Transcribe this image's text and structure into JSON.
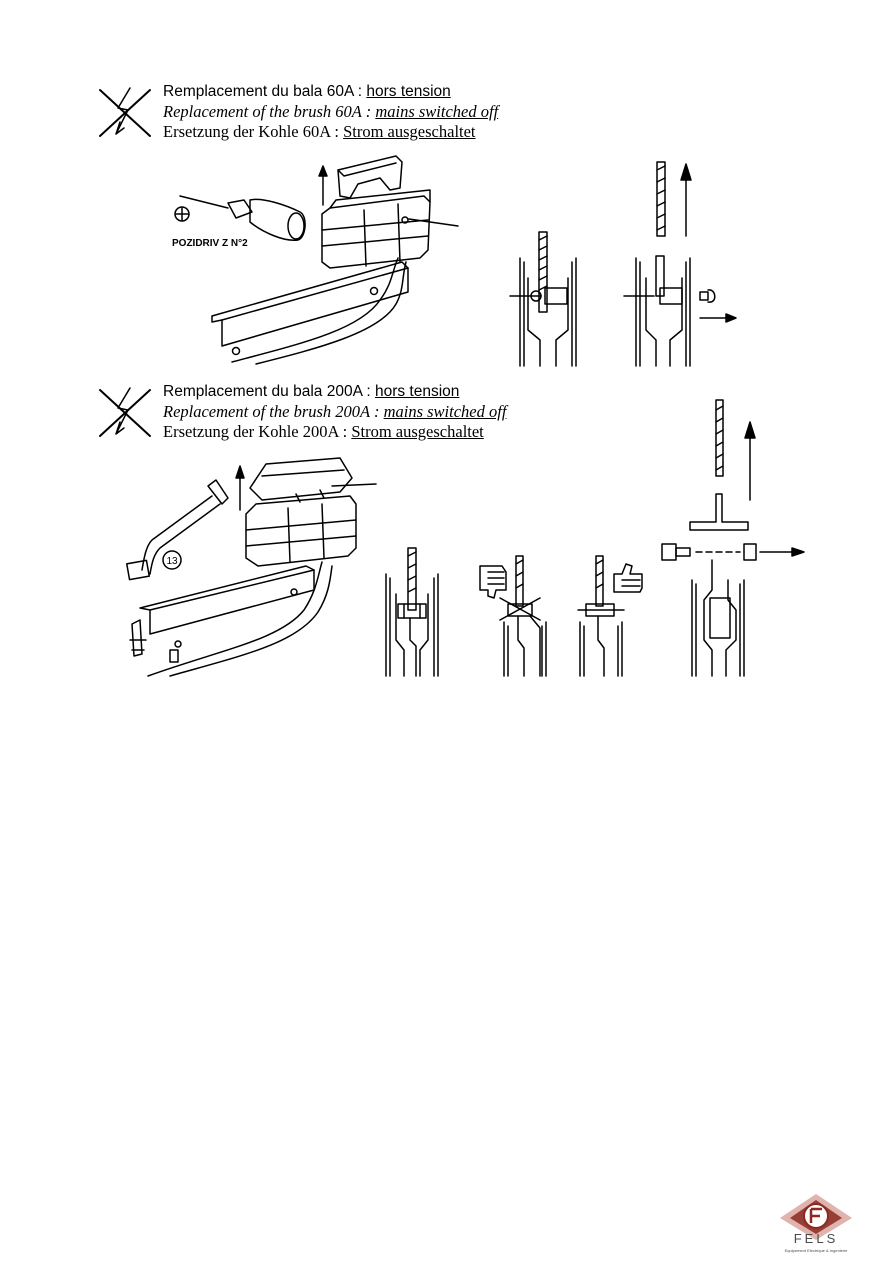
{
  "section_60a": {
    "fr_text": "Remplacement du bala 60A : ",
    "fr_emph": "hors tension",
    "en_text": "Replacement of the brush 60A : ",
    "en_emph": "mains switched off",
    "de_text": "Ersetzung der Kohle 60A : ",
    "de_emph": "Strom ausgeschaltet",
    "tool_label": "POZIDRIV Z N°2"
  },
  "section_200a": {
    "fr_text": "Remplacement du bala 200A : ",
    "fr_emph": "hors tension",
    "en_text": "Replacement of the brush 200A : ",
    "en_emph": "mains switched off",
    "de_text": "Ersetzung der Kohle 200A : ",
    "de_emph": "Strom ausgeschaltet",
    "wrench_size": "13"
  },
  "logo": {
    "name": "FELS",
    "tagline": "Equipement Electrique & Ingenierie",
    "colors": {
      "primary": "#8a2a22",
      "accent": "#c9746a",
      "text": "#4a4a4a"
    }
  },
  "icons": [
    "no-power-warning-icon",
    "screwdriver-icon",
    "wrench-icon",
    "thumbs-down-icon",
    "thumbs-up-icon"
  ]
}
